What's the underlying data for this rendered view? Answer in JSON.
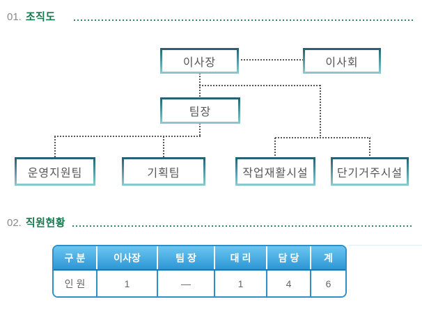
{
  "sections": [
    {
      "number": "01.",
      "title": "조직도"
    },
    {
      "number": "02.",
      "title": "직원현황"
    }
  ],
  "org_chart": {
    "nodes": [
      {
        "id": "chairman",
        "label": "이사장"
      },
      {
        "id": "board",
        "label": "이사회"
      },
      {
        "id": "team-leader",
        "label": "팀장"
      },
      {
        "id": "ops-support-team",
        "label": "운영지원팀"
      },
      {
        "id": "planning-team",
        "label": "기획팀"
      },
      {
        "id": "work-rehab-facility",
        "label": "작업재활시설"
      },
      {
        "id": "short-term-residence-facility",
        "label": "단기거주시설"
      }
    ],
    "edges": [
      {
        "from": "이사장",
        "to": "이사회",
        "style": "dotted"
      },
      {
        "from": "이사장",
        "to": "팀장",
        "style": "dotted"
      },
      {
        "from": "팀장",
        "to": "운영지원팀",
        "style": "dotted"
      },
      {
        "from": "팀장",
        "to": "기획팀",
        "style": "dotted"
      },
      {
        "from": "이사장",
        "to": "작업재활시설",
        "style": "dotted"
      },
      {
        "from": "이사장",
        "to": "단기거주시설",
        "style": "dotted"
      }
    ]
  },
  "staff_table": {
    "headers": [
      "구 분",
      "이사장",
      "팀 장",
      "대 리",
      "담 당",
      "계"
    ],
    "rows": [
      {
        "label": "인 원",
        "values": [
          "1",
          "—",
          "1",
          "4",
          "6"
        ]
      }
    ]
  },
  "colors": {
    "heading_number": "#8a8a8a",
    "heading_title_green": "#17784d",
    "leader_dot_green": "#2e8662",
    "org_box_border_top": "#215f70",
    "org_box_border_bottom": "#8ecbd3",
    "org_box_text": "#555555",
    "connector_gray": "#555555",
    "table_border_blue": "#2e8fc6",
    "table_header_gradient_top": "#6ac6f0",
    "table_header_gradient_bottom": "#2e96d5",
    "table_header_underline": "#1879ba",
    "table_header_text": "#ffffff",
    "table_cell_text": "#666666"
  }
}
